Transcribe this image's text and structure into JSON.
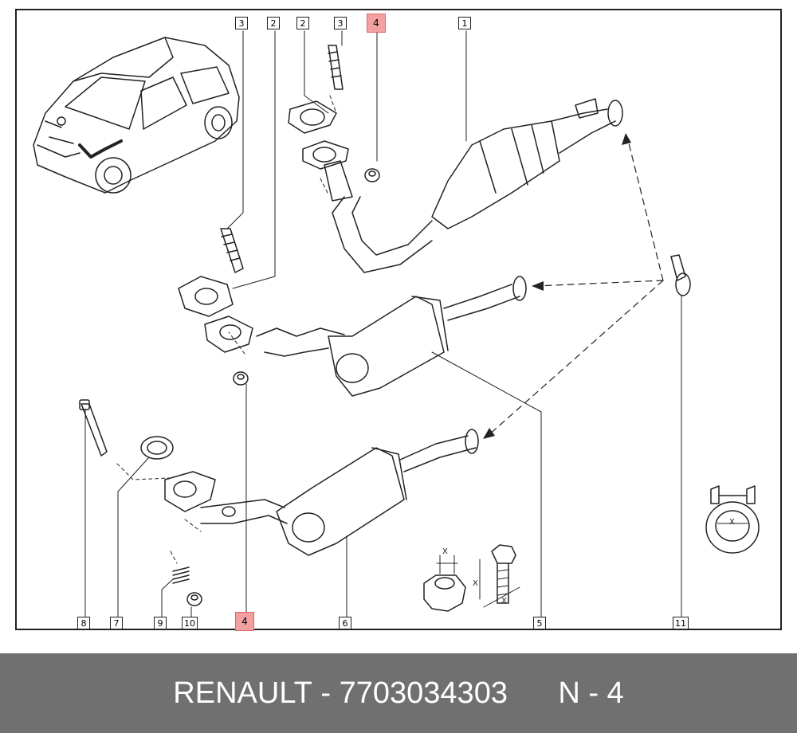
{
  "colors": {
    "line": "#222222",
    "highlight_fill": "#f2a0a0",
    "highlight_border": "#e06666",
    "caption_bg": "#707070",
    "caption_text": "#ffffff"
  },
  "callouts": {
    "top_3a": "3",
    "top_2a": "2",
    "top_2b": "2",
    "top_3b": "3",
    "top_4": "4",
    "top_1": "1",
    "bottom_8": "8",
    "bottom_7": "7",
    "bottom_9": "9",
    "bottom_10": "10",
    "bottom_4": "4",
    "bottom_6": "6",
    "bottom_5": "5",
    "bottom_11": "11"
  },
  "dimension_marks": {
    "nut_width": "X",
    "bolt_length": "X",
    "bolt_width": "X",
    "clamp_width": "X"
  },
  "caption": {
    "brand": "RENAULT",
    "separator": " - ",
    "part_number": "7703034303",
    "position": "N - 4"
  }
}
